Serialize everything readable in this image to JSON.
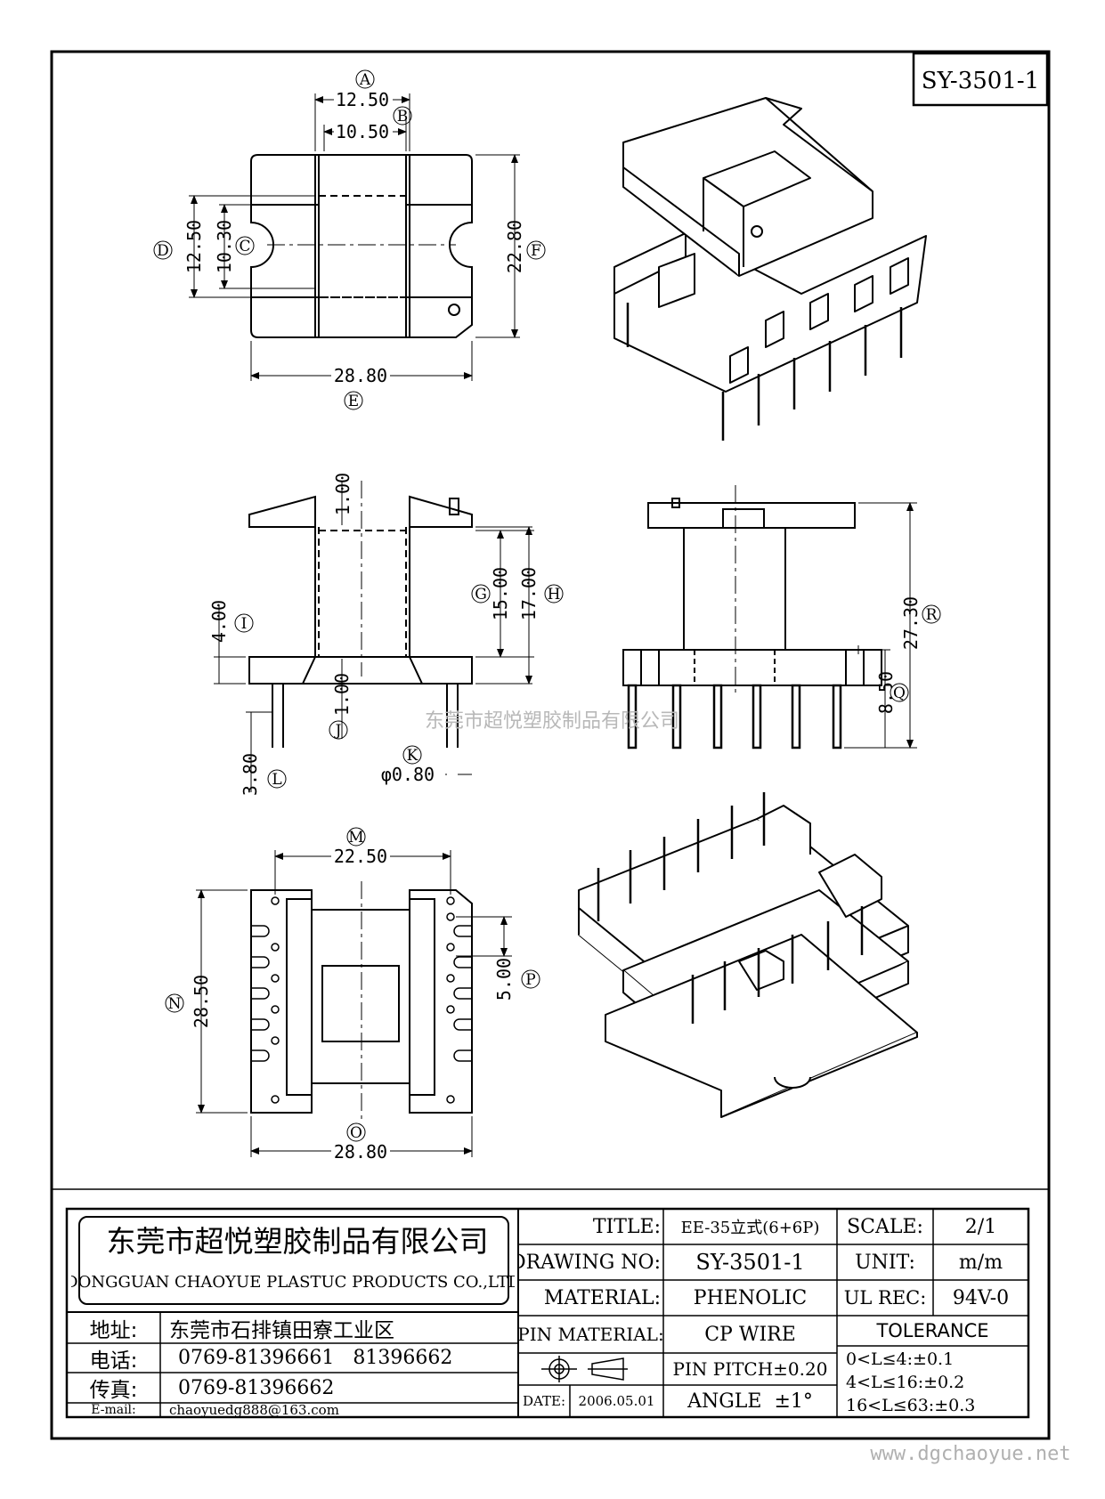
{
  "part_code": "SY-3501-1",
  "watermark": "东莞市超悦塑胶制品有限公司",
  "website": "www.dgchaoyue.net",
  "top_view": {
    "dims": {
      "a": "12.50",
      "b": "10.50",
      "c": "10.30",
      "d": "12.50",
      "e": "28.80",
      "f": "22.80"
    },
    "labels": {
      "a": "A",
      "b": "B",
      "c": "C",
      "d": "D",
      "e": "E",
      "f": "F"
    }
  },
  "side_view": {
    "dims": {
      "top": "1.00",
      "g": "15.00",
      "h": "17.00",
      "i": "4.00",
      "j": "1.00",
      "l": "3.80",
      "k": "φ0.80"
    },
    "labels": {
      "g": "G",
      "h": "H",
      "i": "I",
      "j": "J",
      "k": "K",
      "l": "L"
    }
  },
  "front_view": {
    "dims": {
      "r": "27.30",
      "q": "8.50"
    },
    "labels": {
      "r": "R",
      "q": "Q"
    }
  },
  "bottom_view": {
    "dims": {
      "m": "22.50",
      "n": "28.50",
      "p": "5.00",
      "o": "28.80"
    },
    "labels": {
      "m": "M",
      "n": "N",
      "p": "P",
      "o": "O"
    }
  },
  "title_block": {
    "company_cn": "东莞市超悦塑胶制品有限公司",
    "company_en": "DONGGUAN CHAOYUE PLASTUC PRODUCTS CO.,LTD",
    "address_label": "地址:",
    "address": "东莞市石排镇田寮工业区",
    "phone_label": "电话:",
    "phone": "0769-81396661   81396662",
    "fax_label": "传真:",
    "fax": "0769-81396662",
    "email_label": "E-mail:",
    "email": "chaoyuedg888@163.com",
    "title_label": "TITLE:",
    "title_value": "EE-35立式(6+6P)",
    "drawing_no_label": "DRAWING NO:",
    "drawing_no": "SY-3501-1",
    "material_label": "MATERIAL:",
    "material": "PHENOLIC",
    "pin_material_label": "PIN MATERIAL:",
    "pin_material": "CP WIRE",
    "date_label": "DATE:",
    "date": "2006.05.01",
    "pin_pitch": "PIN PITCH±0.20",
    "angle": "ANGLE  ±1°",
    "scale_label": "SCALE:",
    "scale": "2/1",
    "unit_label": "UNIT:",
    "unit": "m/m",
    "ul_label": "UL REC:",
    "ul": "94V-0",
    "tolerance_label": "TOLERANCE",
    "tolerance": [
      "0<L≤4:±0.1",
      "4<L≤16:±0.2",
      "16<L≤63:±0.3"
    ]
  }
}
